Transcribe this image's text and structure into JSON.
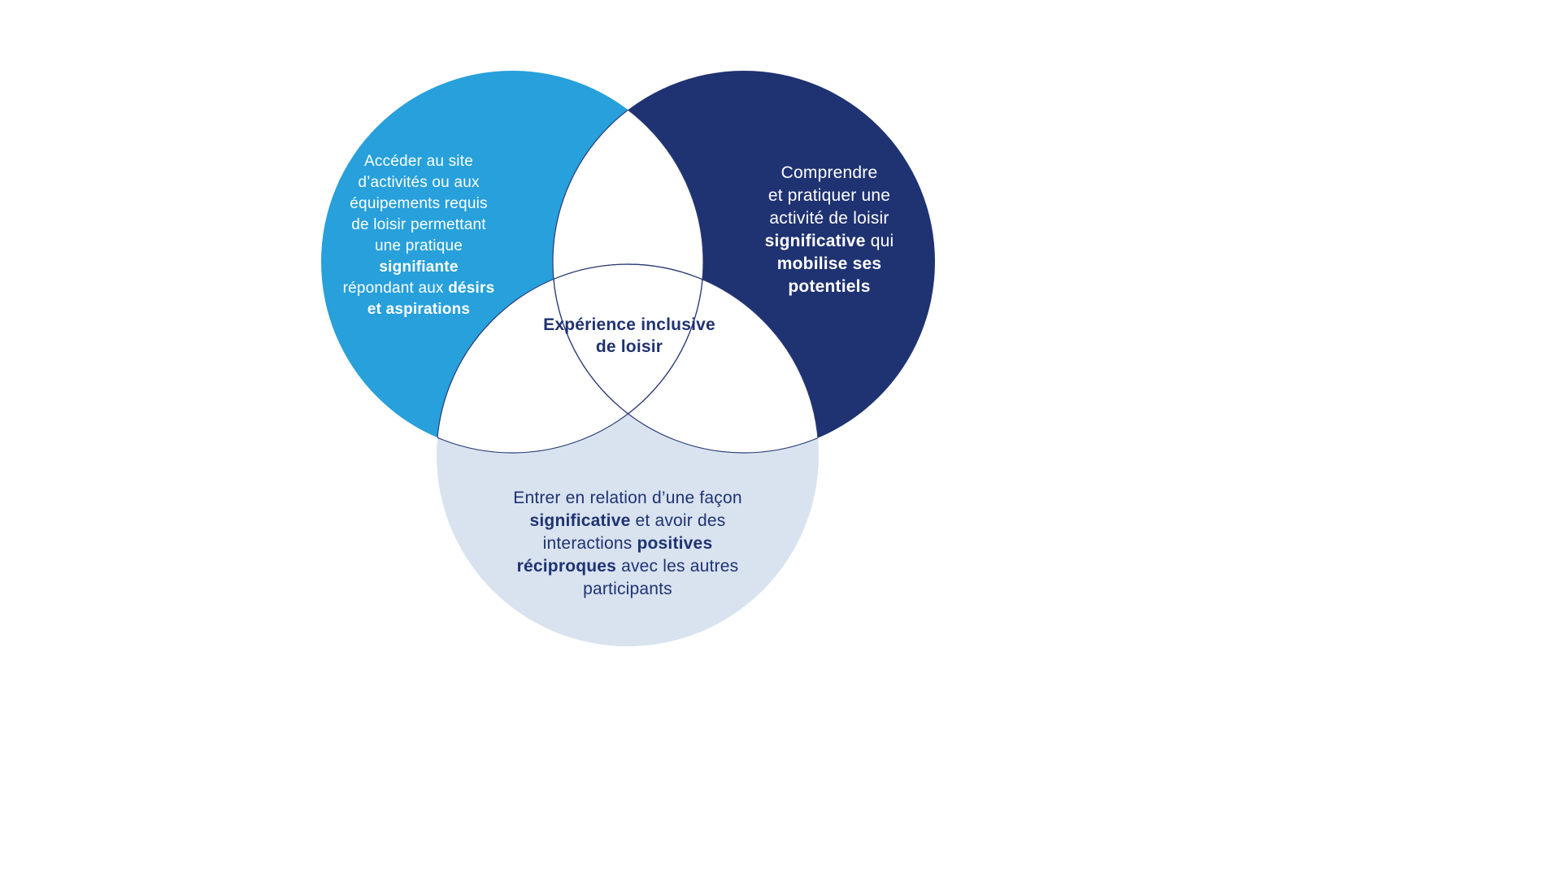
{
  "colors": {
    "access_circle": "#27A0DB",
    "understand_circle": "#1F3272",
    "relate_circle": "#D8E3EF",
    "outline": "#2A3B75",
    "overlap_fill": "#FFFFFF",
    "text_light": "#FFFFFF",
    "text_dark": "#1F3272"
  },
  "diagram": {
    "center": {
      "lines": [
        "**Expérience inclusive**",
        "**de loisir**"
      ]
    },
    "access": {
      "lines": [
        "Accéder au site",
        "d’activités ou aux",
        "équipements requis",
        "de loisir permettant",
        "une pratique",
        "**signifiante**",
        "répondant aux **désirs**",
        "**et aspirations**"
      ]
    },
    "understand": {
      "lines": [
        "Comprendre",
        "et pratiquer une",
        "activité de loisir",
        "**significative** qui",
        "**mobilise ses**",
        "**potentiels**"
      ]
    },
    "relate": {
      "lines": [
        "Entrer en relation d’une façon",
        "**significative** et avoir des",
        "interactions **positives**",
        "**réciproques** avec les autres",
        "participants"
      ]
    }
  }
}
